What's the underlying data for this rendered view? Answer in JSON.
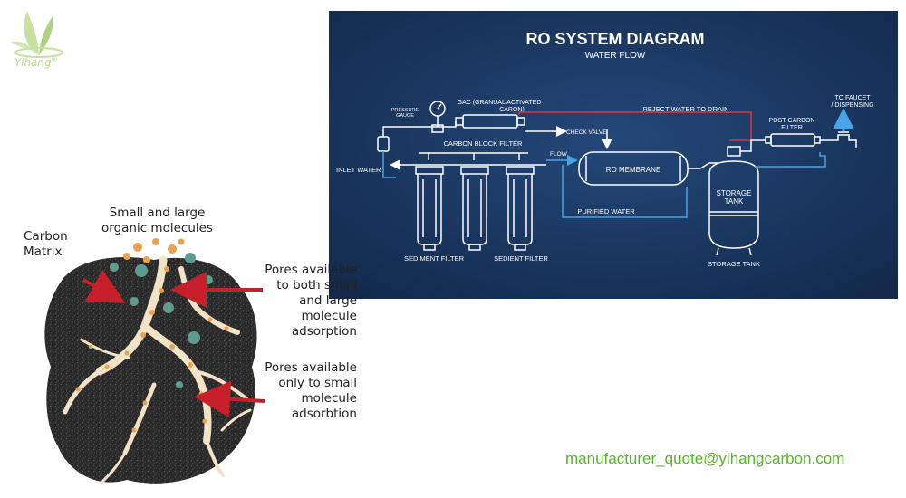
{
  "logo": {
    "text": "Yihang",
    "registered_mark": "®"
  },
  "ro_diagram": {
    "title": "RO SYSTEM DIAGRAM",
    "subtitle": "WATER FLOW",
    "labels": {
      "gac": "GAC (GRANUAL ACTIVATED CARON)",
      "gac_line1": "GAC (GRANUAL ACTIVATED",
      "gac_line2": "CARON)",
      "pressure_gauge_line1": "PRESSURE",
      "pressure_gauge_line2": "GAUGE",
      "check_valve": "CHECK VALVE",
      "reject_water": "REJECT WATER TO DRAIN",
      "post_carbon_line1": "POST-CARBON",
      "post_carbon_line2": "FILTER",
      "to_faucet_line1": "TO FAUCET",
      "to_faucet_line2": "/ DISPENSING",
      "carbon_block_filter": "CARBON BLOCK FILTER",
      "flow": "FLOW",
      "inlet_water": "INLET WATER",
      "ro_membrane": "RO MEMBRANE",
      "storage_tank_line1": "STORAGE",
      "storage_tank_line2": "TANK",
      "purified_water": "PURIFIED WATER",
      "sediment_filter": "SEDIMENT FILTER",
      "sedient_filter": "SEDIENT FILTER",
      "storage_tank_bottom": "STORAGE TANK"
    },
    "colors": {
      "background": "#19335a",
      "line": "#ffffff",
      "flow": "#4aa3e6",
      "reject": "#e0343a"
    }
  },
  "carbon_diagram": {
    "labels": {
      "carbon_matrix": "Carbon Matrix",
      "carbon_matrix_line1": "Carbon",
      "carbon_matrix_line2": "Matrix",
      "organic_line1": "Small and large",
      "organic_line2": "organic molecules",
      "pores_both_line1": "Pores available",
      "pores_both_line2": "to both small",
      "pores_both_line3": "and large",
      "pores_both_line4": "molecule",
      "pores_both_line5": "adsorption",
      "pores_small_line1": "Pores available",
      "pores_small_line2": "only to small",
      "pores_small_line3": "molecule",
      "pores_small_line4": "adsorbtion"
    },
    "colors": {
      "matrix": "#2b2b2b",
      "pore": "#f3e3c6",
      "small_molecule": "#e8a250",
      "large_molecule": "#5e9c90",
      "arrow": "#c8202a"
    }
  },
  "contact": {
    "email": "manufacturer_quote@yihangcarbon.com"
  }
}
